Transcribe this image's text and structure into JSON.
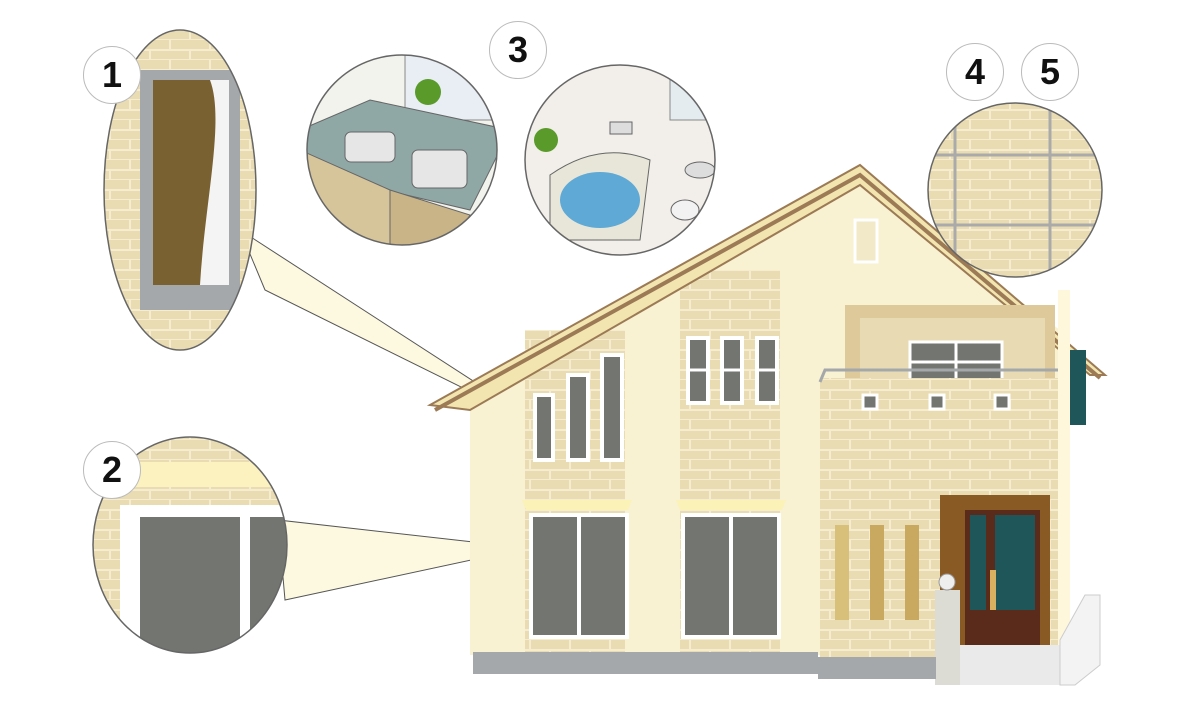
{
  "callouts": [
    {
      "number": "1",
      "subject": "window"
    },
    {
      "number": "2",
      "subject": "sliding-window"
    },
    {
      "number": "3",
      "subject": "kitchen-and-bathroom"
    },
    {
      "number": "4",
      "subject": "exterior-wall"
    },
    {
      "number": "5",
      "subject": "exterior-wall-joint"
    }
  ],
  "colors": {
    "wall": "#f7efcc",
    "stone": "#eadcb2",
    "roof": "#f2e5b0",
    "roof_edge": "#9b7a55",
    "glass": "#737670",
    "foundation": "#a4a8aa",
    "door": "#5a2a1a",
    "door_glass": "#1f5659"
  }
}
